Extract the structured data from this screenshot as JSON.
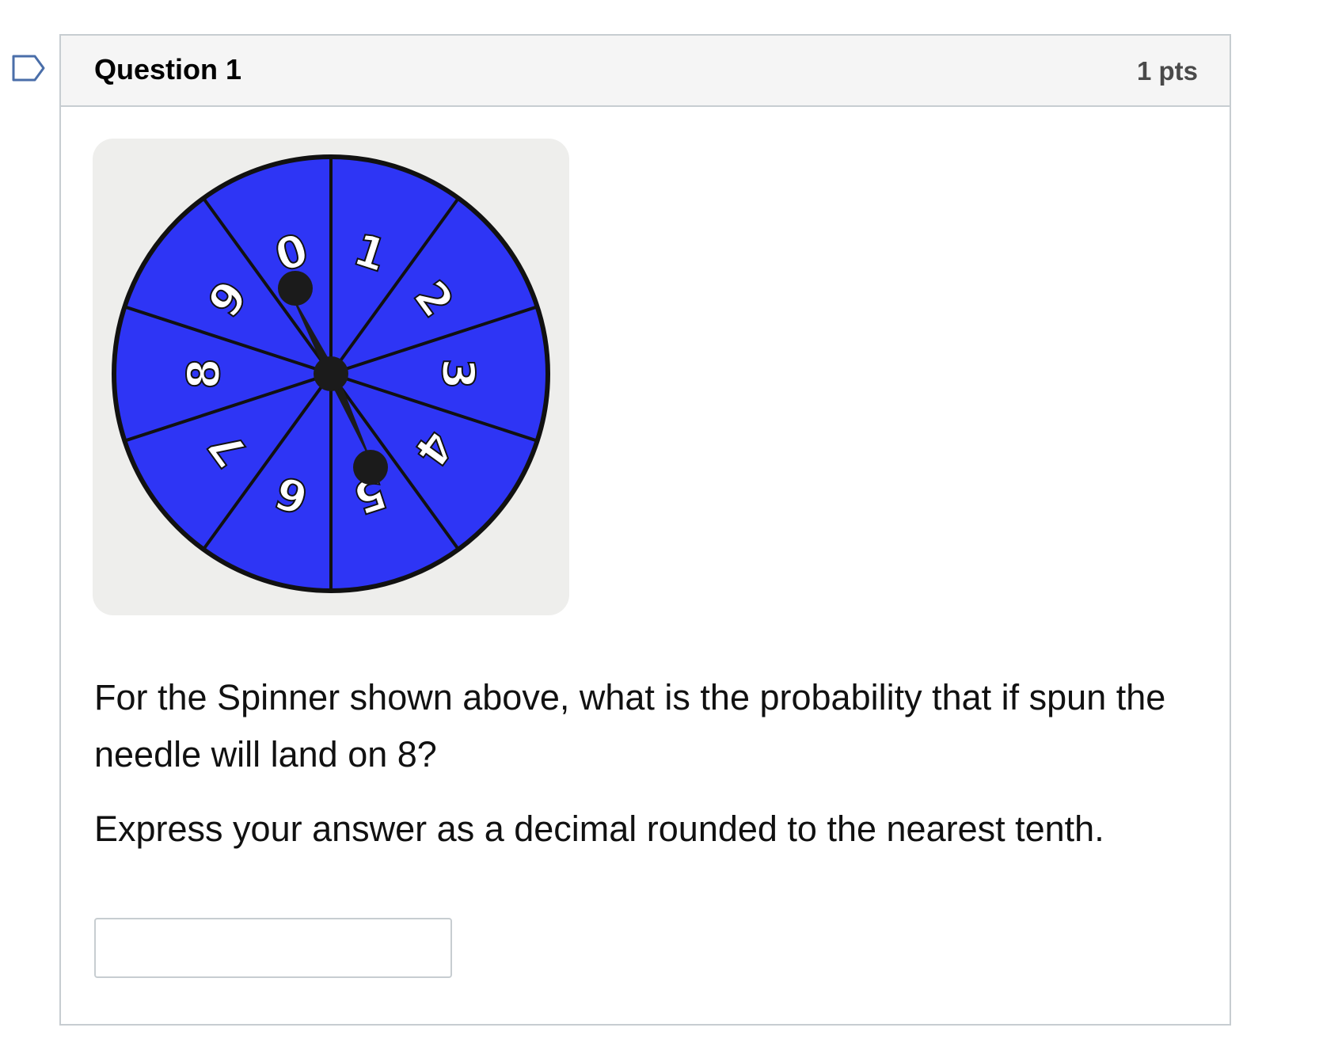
{
  "question": {
    "flag_icon": "bookmark-flag-icon",
    "title": "Question 1",
    "points": "1 pts",
    "prompt": "For the Spinner shown above, what is the probability that if spun the needle will land on 8?",
    "instruction": "Express your answer as a decimal rounded to the nearest tenth.",
    "answer_value": "",
    "answer_placeholder": ""
  },
  "spinner": {
    "numbers": [
      "0",
      "1",
      "2",
      "3",
      "4",
      "5",
      "6",
      "7",
      "8",
      "9"
    ],
    "fill_color": "#2e35f5",
    "card_color": "#eeeeec",
    "needle_color": "#1b1b1b"
  }
}
